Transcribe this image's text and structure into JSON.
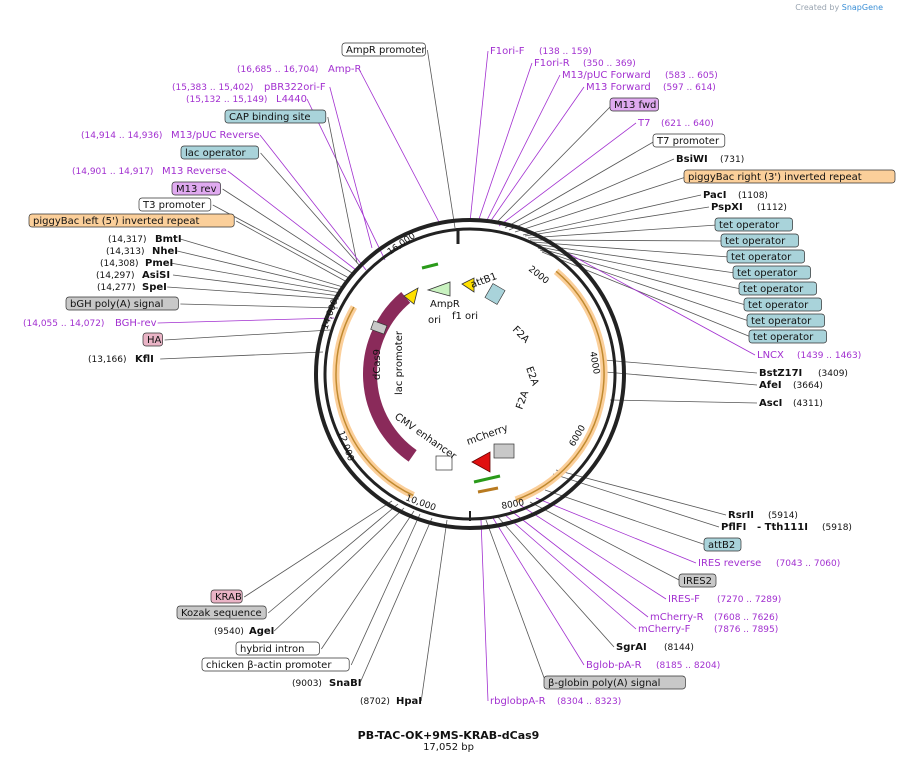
{
  "app": {
    "credit_prefix": "Created by",
    "credit_brand": "SnapGene"
  },
  "plasmid": {
    "name": "PB-TAC-OK+9MS-KRAB-dCas9",
    "length": "17,052 bp"
  },
  "colors": {
    "primer": "#a230d0",
    "site": "#111111",
    "line": "#555555",
    "feature_teal": "#a9d3da",
    "feature_orange": "#fbcf9a",
    "feature_purple": "#e0aaf0",
    "feature_gray": "#c8c8c8",
    "feature_pink": "#eab4c6",
    "feature_white": "#ffffff",
    "dcas9": "#8a2a5a",
    "mcherry": "#e01010",
    "ampr": "#c9f2c0",
    "ori": "#ffe000",
    "promoter": "#ffffff"
  },
  "tick_labels": [
    "2000",
    "4000",
    "6000",
    "8000",
    "10,000",
    "12,000",
    "14,000",
    "16,000"
  ],
  "labels": [
    {
      "id": "lbl-ampr-promoter",
      "text": "AmpR promoter",
      "style": "box-white"
    },
    {
      "id": "lbl-amp-r-pos",
      "text": "(16,685 .. 16,704)",
      "style": "pos"
    },
    {
      "id": "lbl-amp-r",
      "text": "Amp-R",
      "style": "primer"
    },
    {
      "id": "lbl-pbr322-pos",
      "text": "(15,383 .. 15,402)",
      "style": "pos"
    },
    {
      "id": "lbl-pbr322",
      "text": "pBR322ori-F",
      "style": "primer"
    },
    {
      "id": "lbl-l4440-pos",
      "text": "(15,132 .. 15,149)",
      "style": "pos"
    },
    {
      "id": "lbl-l4440",
      "text": "L4440",
      "style": "primer"
    },
    {
      "id": "lbl-cap",
      "text": "CAP binding site",
      "style": "box-teal"
    },
    {
      "id": "lbl-m13puc-rev-pos",
      "text": "(14,914 .. 14,936)",
      "style": "pos"
    },
    {
      "id": "lbl-m13puc-rev",
      "text": "M13/pUC Reverse",
      "style": "primer"
    },
    {
      "id": "lbl-lac-operator",
      "text": "lac operator",
      "style": "box-teal"
    },
    {
      "id": "lbl-m13-rev-pos",
      "text": "(14,901 .. 14,917)",
      "style": "pos"
    },
    {
      "id": "lbl-m13-reverse",
      "text": "M13 Reverse",
      "style": "primer"
    },
    {
      "id": "lbl-m13rev",
      "text": "M13 rev",
      "style": "box-purple"
    },
    {
      "id": "lbl-t3",
      "text": "T3 promoter",
      "style": "box-white"
    },
    {
      "id": "lbl-pb-left",
      "text": "piggyBac left (5') inverted repeat",
      "style": "box-orange"
    },
    {
      "id": "lbl-bmti-pos",
      "text": "(14,317)",
      "style": "num"
    },
    {
      "id": "lbl-bmti",
      "text": "BmtI",
      "style": "site"
    },
    {
      "id": "lbl-nhei-pos",
      "text": "(14,313)",
      "style": "num"
    },
    {
      "id": "lbl-nhei",
      "text": "NheI",
      "style": "site"
    },
    {
      "id": "lbl-pmei-pos",
      "text": "(14,308)",
      "style": "num"
    },
    {
      "id": "lbl-pmei",
      "text": "PmeI",
      "style": "site"
    },
    {
      "id": "lbl-asisi-pos",
      "text": "(14,297)",
      "style": "num"
    },
    {
      "id": "lbl-asisi",
      "text": "AsiSI",
      "style": "site"
    },
    {
      "id": "lbl-spei-pos",
      "text": "(14,277)",
      "style": "num"
    },
    {
      "id": "lbl-spei",
      "text": "SpeI",
      "style": "site"
    },
    {
      "id": "lbl-bgh",
      "text": "bGH poly(A) signal",
      "style": "box-gray"
    },
    {
      "id": "lbl-bgh-rev-pos",
      "text": "(14,055 .. 14,072)",
      "style": "pos"
    },
    {
      "id": "lbl-bgh-rev",
      "text": "BGH-rev",
      "style": "primer"
    },
    {
      "id": "lbl-ha",
      "text": "HA",
      "style": "box-pink"
    },
    {
      "id": "lbl-kfli-pos",
      "text": "(13,166)",
      "style": "num"
    },
    {
      "id": "lbl-kfli",
      "text": "KflI",
      "style": "site"
    },
    {
      "id": "lbl-f1ori-f",
      "text": "F1ori-F",
      "style": "primer"
    },
    {
      "id": "lbl-f1ori-f-pos",
      "text": "(138 .. 159)",
      "style": "pos"
    },
    {
      "id": "lbl-f1ori-r",
      "text": "F1ori-R",
      "style": "primer"
    },
    {
      "id": "lbl-f1ori-r-pos",
      "text": "(350 .. 369)",
      "style": "pos"
    },
    {
      "id": "lbl-m13puc-fwd",
      "text": "M13/pUC Forward",
      "style": "primer"
    },
    {
      "id": "lbl-m13puc-fwd-pos",
      "text": "(583 .. 605)",
      "style": "pos"
    },
    {
      "id": "lbl-m13-forward",
      "text": "M13 Forward",
      "style": "primer"
    },
    {
      "id": "lbl-m13-forward-pos",
      "text": "(597 .. 614)",
      "style": "pos"
    },
    {
      "id": "lbl-m13fwd",
      "text": "M13 fwd",
      "style": "box-purple"
    },
    {
      "id": "lbl-t7",
      "text": "T7",
      "style": "primer"
    },
    {
      "id": "lbl-t7-pos",
      "text": "(621 .. 640)",
      "style": "pos"
    },
    {
      "id": "lbl-t7-promoter",
      "text": "T7 promoter",
      "style": "box-white"
    },
    {
      "id": "lbl-bsiwi",
      "text": "BsiWI",
      "style": "site"
    },
    {
      "id": "lbl-bsiwi-pos",
      "text": "(731)",
      "style": "num"
    },
    {
      "id": "lbl-pb-right",
      "text": "piggyBac right (3') inverted repeat",
      "style": "box-orange"
    },
    {
      "id": "lbl-paci",
      "text": "PacI",
      "style": "site"
    },
    {
      "id": "lbl-paci-pos",
      "text": "(1108)",
      "style": "num"
    },
    {
      "id": "lbl-pspxi",
      "text": "PspXI",
      "style": "site"
    },
    {
      "id": "lbl-pspxi-pos",
      "text": "(1112)",
      "style": "num"
    },
    {
      "id": "lbl-tet1",
      "text": "tet operator",
      "style": "box-teal"
    },
    {
      "id": "lbl-tet2",
      "text": "tet operator",
      "style": "box-teal"
    },
    {
      "id": "lbl-tet3",
      "text": "tet operator",
      "style": "box-teal"
    },
    {
      "id": "lbl-tet4",
      "text": "tet operator",
      "style": "box-teal"
    },
    {
      "id": "lbl-tet5",
      "text": "tet operator",
      "style": "box-teal"
    },
    {
      "id": "lbl-tet6",
      "text": "tet operator",
      "style": "box-teal"
    },
    {
      "id": "lbl-tet7",
      "text": "tet operator",
      "style": "box-teal"
    },
    {
      "id": "lbl-tet8",
      "text": "tet operator",
      "style": "box-teal"
    },
    {
      "id": "lbl-lncx",
      "text": "LNCX",
      "style": "primer"
    },
    {
      "id": "lbl-lncx-pos",
      "text": "(1439 .. 1463)",
      "style": "pos"
    },
    {
      "id": "lbl-bstz17i",
      "text": "BstZ17I",
      "style": "site"
    },
    {
      "id": "lbl-bstz17i-pos",
      "text": "(3409)",
      "style": "num"
    },
    {
      "id": "lbl-afei",
      "text": "AfeI",
      "style": "site"
    },
    {
      "id": "lbl-afei-pos",
      "text": "(3664)",
      "style": "num"
    },
    {
      "id": "lbl-asci",
      "text": "AscI",
      "style": "site"
    },
    {
      "id": "lbl-asci-pos",
      "text": "(4311)",
      "style": "num"
    },
    {
      "id": "lbl-rsrii",
      "text": "RsrII",
      "style": "site"
    },
    {
      "id": "lbl-rsrii-pos",
      "text": "(5914)",
      "style": "num"
    },
    {
      "id": "lbl-pflfi",
      "text": "PflFI",
      "style": "site"
    },
    {
      "id": "lbl-tth111i",
      "text": "- Tth111I",
      "style": "site"
    },
    {
      "id": "lbl-pflfi-pos",
      "text": "(5918)",
      "style": "num"
    },
    {
      "id": "lbl-attb2",
      "text": "attB2",
      "style": "box-teal"
    },
    {
      "id": "lbl-ires-rev",
      "text": "IRES reverse",
      "style": "primer"
    },
    {
      "id": "lbl-ires-rev-pos",
      "text": "(7043 .. 7060)",
      "style": "pos"
    },
    {
      "id": "lbl-ires2",
      "text": "IRES2",
      "style": "box-gray"
    },
    {
      "id": "lbl-ires-f",
      "text": "IRES-F",
      "style": "primer"
    },
    {
      "id": "lbl-ires-f-pos",
      "text": "(7270 .. 7289)",
      "style": "pos"
    },
    {
      "id": "lbl-mcherry-r",
      "text": "mCherry-R",
      "style": "primer"
    },
    {
      "id": "lbl-mcherry-r-pos",
      "text": "(7608 .. 7626)",
      "style": "pos"
    },
    {
      "id": "lbl-mcherry-f",
      "text": "mCherry-F",
      "style": "primer"
    },
    {
      "id": "lbl-mcherry-f-pos",
      "text": "(7876 .. 7895)",
      "style": "pos"
    },
    {
      "id": "lbl-sgrai",
      "text": "SgrAI",
      "style": "site"
    },
    {
      "id": "lbl-sgrai-pos",
      "text": "(8144)",
      "style": "num"
    },
    {
      "id": "lbl-bglob",
      "text": "Bglob-pA-R",
      "style": "primer"
    },
    {
      "id": "lbl-bglob-pos",
      "text": "(8185 .. 8204)",
      "style": "pos"
    },
    {
      "id": "lbl-bglobin-pa",
      "text": "β-globin poly(A) signal",
      "style": "box-gray"
    },
    {
      "id": "lbl-rbglob",
      "text": "rbglobpA-R",
      "style": "primer"
    },
    {
      "id": "lbl-rbglob-pos",
      "text": "(8304 .. 8323)",
      "style": "pos"
    },
    {
      "id": "lbl-hpai-pos",
      "text": "(8702)",
      "style": "num"
    },
    {
      "id": "lbl-hpai",
      "text": "HpaI",
      "style": "site"
    },
    {
      "id": "lbl-snabi-pos",
      "text": "(9003)",
      "style": "num"
    },
    {
      "id": "lbl-snabi",
      "text": "SnaBI",
      "style": "site"
    },
    {
      "id": "lbl-chicken",
      "text": "chicken β-actin promoter",
      "style": "box-white"
    },
    {
      "id": "lbl-hybrid",
      "text": "hybrid intron",
      "style": "box-white"
    },
    {
      "id": "lbl-agei-pos",
      "text": "(9540)",
      "style": "num"
    },
    {
      "id": "lbl-agei",
      "text": "AgeI",
      "style": "site"
    },
    {
      "id": "lbl-kozak",
      "text": "Kozak sequence",
      "style": "box-gray"
    },
    {
      "id": "lbl-krab",
      "text": "KRAB",
      "style": "box-pink"
    }
  ],
  "inner_labels": [
    {
      "id": "in-ampr",
      "text": "AmpR"
    },
    {
      "id": "in-ori1",
      "text": "ori"
    },
    {
      "id": "in-f1",
      "text": "f1 ori"
    },
    {
      "id": "in-attb1",
      "text": "attB1"
    },
    {
      "id": "in-dcas9",
      "text": "dCas9"
    },
    {
      "id": "in-lac",
      "text": "lac promoter"
    },
    {
      "id": "in-f2a1",
      "text": "F2A"
    },
    {
      "id": "in-e2a",
      "text": "E2A"
    },
    {
      "id": "in-f2a2",
      "text": "F2A"
    },
    {
      "id": "in-cmv",
      "text": "CMV enhancer"
    },
    {
      "id": "in-mcherry",
      "text": "mCherry"
    }
  ]
}
